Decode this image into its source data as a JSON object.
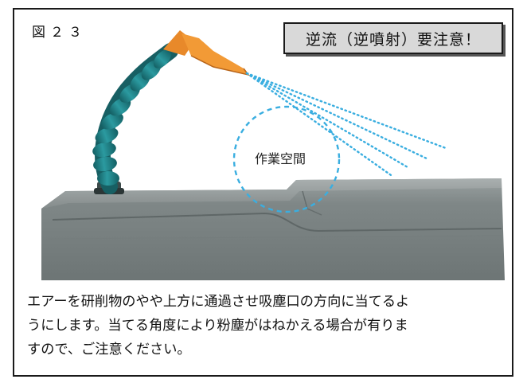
{
  "figure": {
    "label": "図２３",
    "warning": "逆流（逆噴射）要注意！",
    "work_space_label": "作業空間"
  },
  "description": {
    "line1": "エアーを研削物のやや上方に通過させ吸塵口の方向に当てるよ",
    "line2": "うにします。当てる角度により粉塵がはねかえる場合が有りま",
    "line3": "すので、ご注意ください。"
  },
  "colors": {
    "frame": "#1a1a1a",
    "warning_bg": "#d9d9d9",
    "machine_body": "#7c8484",
    "hose_teal": "#1f7f84",
    "nozzle_orange": "#e8892a",
    "spray_blue": "#3aaee0"
  }
}
